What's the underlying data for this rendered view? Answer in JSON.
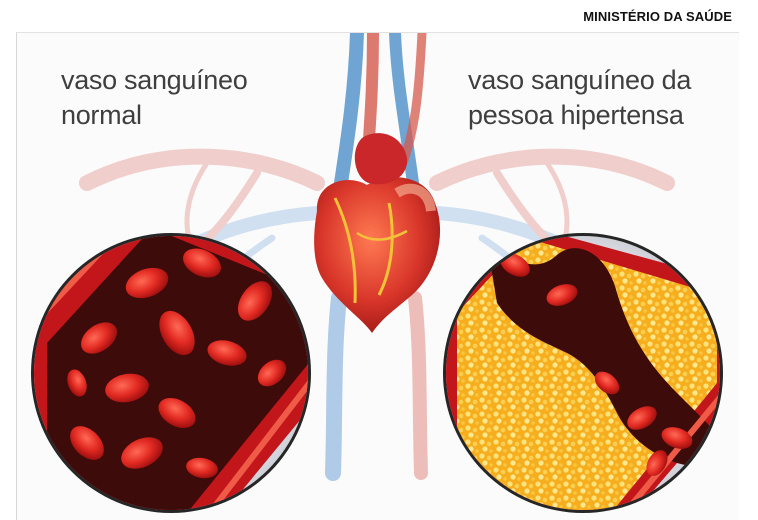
{
  "credit": "MINISTÉRIO DA SAÚDE",
  "labels": {
    "normal": {
      "line1": "vaso sanguíneo",
      "line2": "normal"
    },
    "hypertensive": {
      "line1": "vaso sanguíneo da",
      "line2": "pessoa hipertensa"
    }
  },
  "colors": {
    "artery_red": "#c3161b",
    "blood_dark": "#3e0b0b",
    "plaque_yellow": "#f5b52a",
    "vein_blue": "#4c8fc9"
  }
}
